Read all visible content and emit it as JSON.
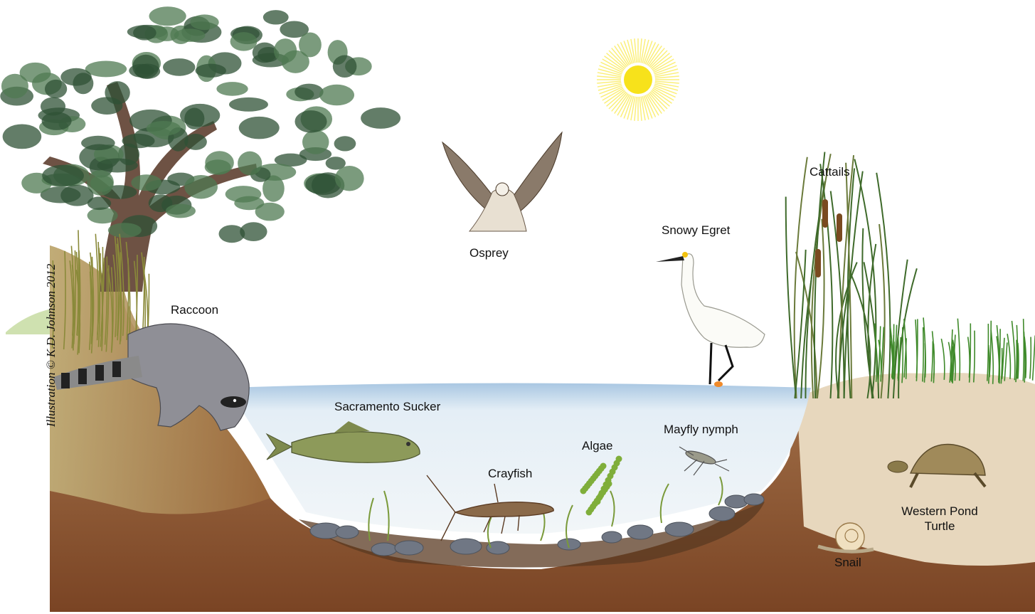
{
  "labels": {
    "raccoon": "Raccoon",
    "osprey": "Osprey",
    "snowy_egret": "Snowy Egret",
    "cattails": "Cattails",
    "sacramento_sucker": "Sacramento Sucker",
    "mayfly_nymph": "Mayfly nymph",
    "algae": "Algae",
    "crayfish": "Crayfish",
    "western_pond_turtle_line1": "Western Pond",
    "western_pond_turtle_line2": "Turtle",
    "snail": "Snail"
  },
  "credit": "Illustration © K.D. Johnson 2012",
  "colors": {
    "water": "#dfeaf3",
    "water_edge": "#9fbfdc",
    "soil": "#9a5a32",
    "soil_dark": "#6b3a1e",
    "soil_light": "#c9a27a",
    "sun": "#f7e21b",
    "sun_rays": "#fbef7a",
    "foliage": "#4f7a52",
    "foliage_dark": "#2f5236",
    "trunk": "#6e5244",
    "grass": "#4f8a2b",
    "cattail_head": "#7a4a20",
    "raccoon": "#8f8f96",
    "fish": "#8d9a5a",
    "turtle_shell": "#a08a5a",
    "egret_foot": "#f08a2a",
    "stones": "#6e7580"
  }
}
